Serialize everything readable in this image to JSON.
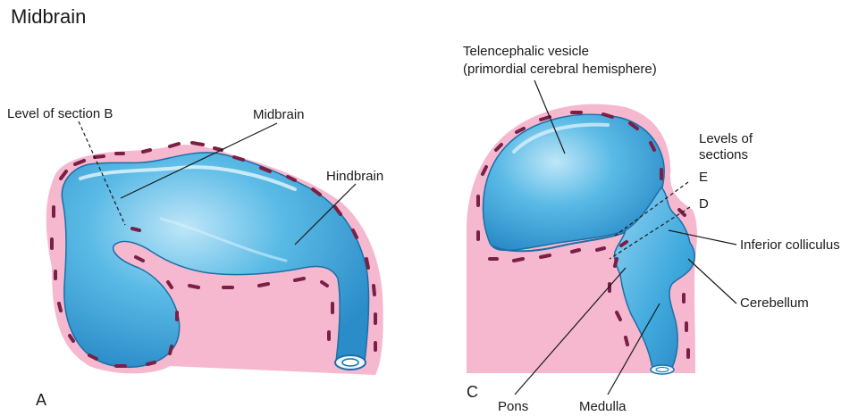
{
  "title": "Midbrain",
  "panel_a": {
    "letter": "A",
    "labels": {
      "level_of_section_b": "Level of section B",
      "midbrain": "Midbrain",
      "hindbrain": "Hindbrain"
    }
  },
  "panel_c": {
    "letter": "C",
    "labels": {
      "telencephalic_line1": "Telencephalic vesicle",
      "telencephalic_line2": "(primordial cerebral hemisphere)",
      "levels_line1": "Levels of",
      "levels_line2": "sections",
      "level_e": "E",
      "level_d": "D",
      "inferior_colliculus": "Inferior colliculus",
      "cerebellum": "Cerebellum",
      "pons": "Pons",
      "medulla": "Medulla"
    }
  },
  "colors": {
    "tissue_pink": "#f5b8cf",
    "vessel_dark": "#7a1f45",
    "ventricle_blue": "#3fa9dd",
    "ventricle_light": "#a8dcf5",
    "ventricle_edge": "#1b6fa6"
  }
}
